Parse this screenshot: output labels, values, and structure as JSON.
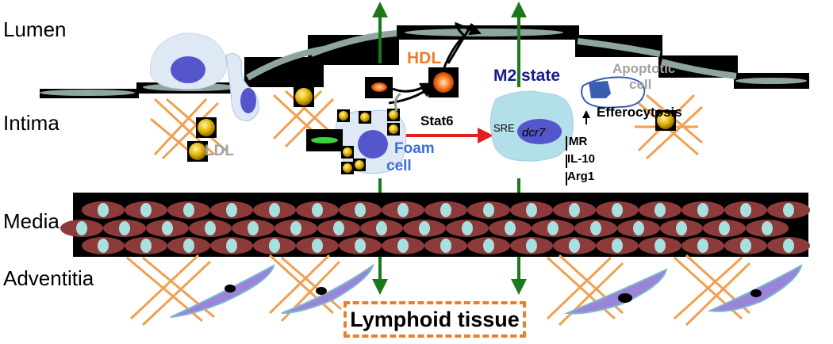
{
  "layers": {
    "lumen": "Lumen",
    "intima": "Intima",
    "media": "Media",
    "adventitia": "Adventitia"
  },
  "labels": {
    "hdl": "HDL",
    "m2_state": "M2 state",
    "apoptotic_line1": "Apoptotic",
    "apoptotic_line2": "cell",
    "efferocytosis": "Efferocytosis",
    "stat6": "Stat6",
    "sre": "SRE",
    "dcr7": "dcr7",
    "mr": "MR",
    "il10": "IL-10",
    "arg1": "Arg1",
    "foam_line1": "Foam",
    "foam_line2": "cell",
    "ldl": "LDL",
    "lymphoid": "Lymphoid tissue"
  },
  "colors": {
    "hdl": "#ee7d2a",
    "m2_state": "#1a1a8c",
    "foam": "#3a6fd8",
    "apoptotic": "#a0a0a0",
    "ldl": "#a0a0a0",
    "arrow_green": "#1a7a1a",
    "arrow_red": "#e02020",
    "collagen": "#f0a050",
    "smc_fill": "#8c3a3a",
    "nucleus": "#a8e0e0",
    "lymphoid_border": "#ee7d2a"
  }
}
